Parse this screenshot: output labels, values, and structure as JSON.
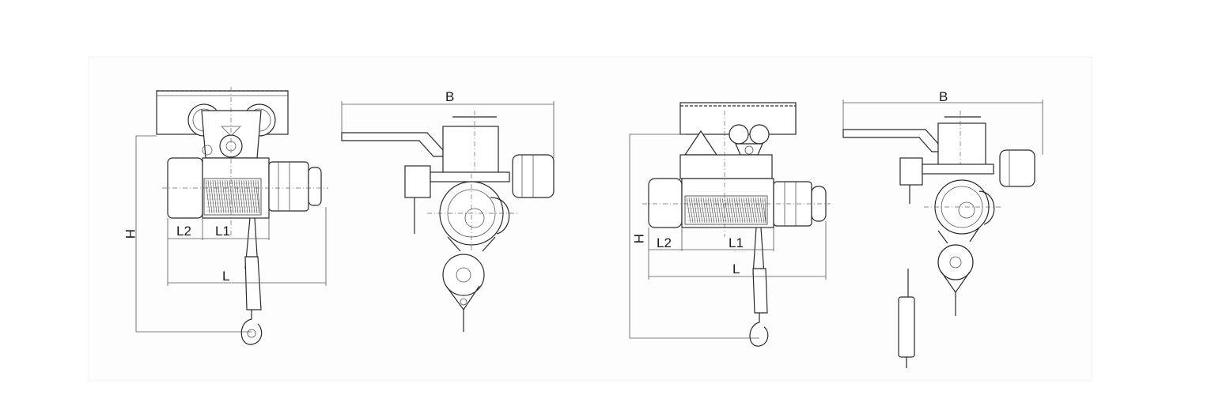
{
  "drawings": [
    {
      "id": "hoist-1-front",
      "labels": {
        "height": "H",
        "l2": "L2",
        "l1": "L1",
        "length": "L"
      }
    },
    {
      "id": "hoist-1-side",
      "labels": {
        "width": "B"
      }
    },
    {
      "id": "hoist-2-front",
      "labels": {
        "height": "H",
        "l2": "L2",
        "l1": "L1",
        "length": "L"
      }
    },
    {
      "id": "hoist-2-side",
      "labels": {
        "width": "B"
      }
    }
  ],
  "style": {
    "line_color": "#2a2a2a",
    "background": "#ffffff"
  }
}
